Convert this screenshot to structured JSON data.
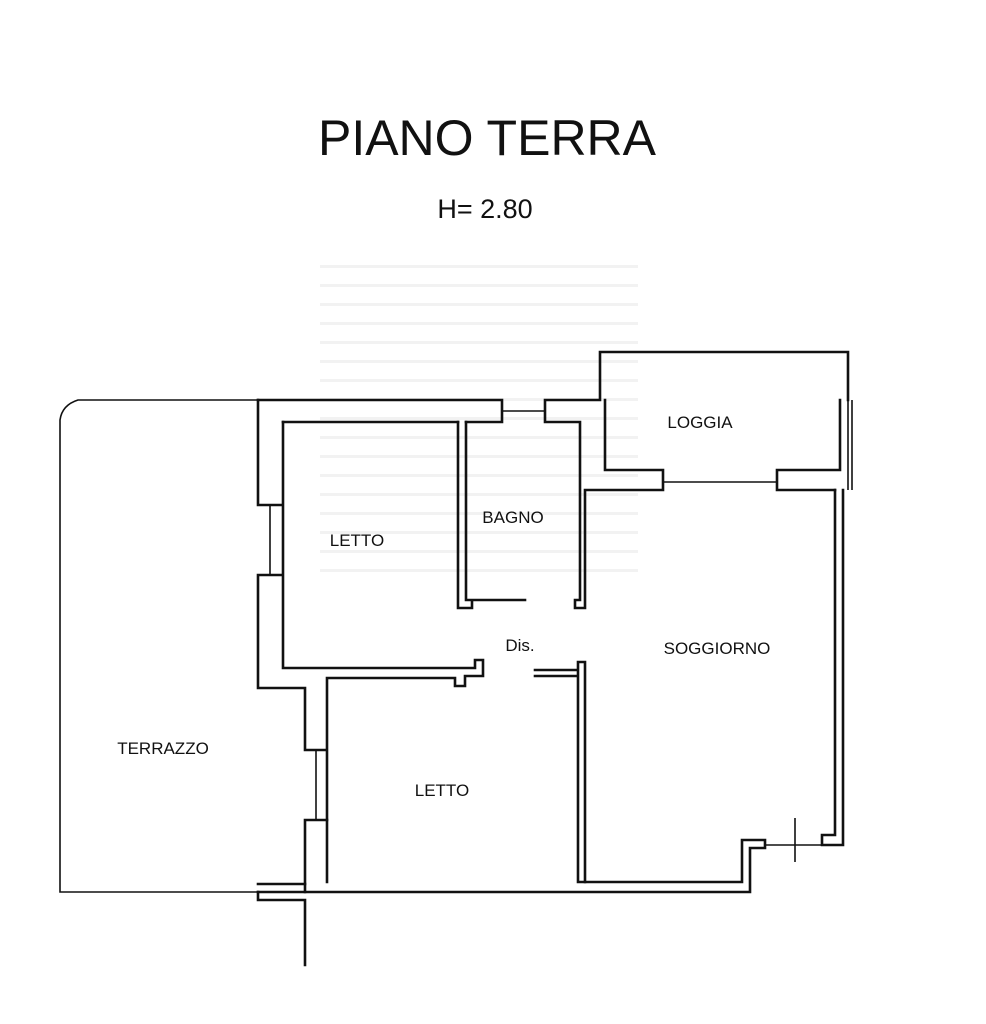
{
  "title": "PIANO TERRA",
  "height_label": "H= 2.80",
  "rooms": {
    "loggia": "LOGGIA",
    "bagno": "BAGNO",
    "letto1": "LETTO",
    "dis": "Dis.",
    "soggiorno": "SOGGIORNO",
    "terrazzo": "TERRAZZO",
    "letto2": "LETTO"
  },
  "colors": {
    "line": "#111111",
    "background": "#ffffff"
  }
}
